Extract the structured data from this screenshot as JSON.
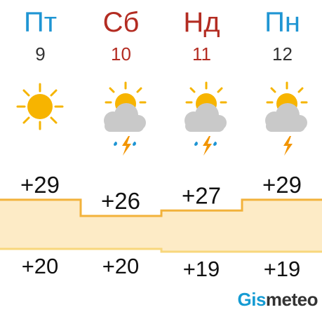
{
  "colors": {
    "weekday": "#1f95d3",
    "weekend": "#b32c22",
    "number": "#333333",
    "sun": "#f7b400",
    "ray": "#f5b400",
    "cloud": "#c9c9c9",
    "rain": "#1f95d3",
    "lightning": "#f29400",
    "band_fill": "#fdebc6",
    "band_high_line": "#f2b23b",
    "band_low_line": "#f8d77c",
    "brand_gis": "#159bd3",
    "brand_meteo": "#333333"
  },
  "days": [
    {
      "name": "Пт",
      "date": "9",
      "weekend": false,
      "icon": "sun-icon",
      "max": "+29",
      "min": "+20",
      "max_value": 29,
      "min_value": 20
    },
    {
      "name": "Сб",
      "date": "10",
      "weekend": true,
      "icon": "sun-cloud-rain-thunder-icon",
      "max": "+26",
      "min": "+20",
      "max_value": 26,
      "min_value": 20
    },
    {
      "name": "Нд",
      "date": "11",
      "weekend": true,
      "icon": "sun-cloud-rain-thunder-icon",
      "max": "+27",
      "min": "+19",
      "max_value": 27,
      "min_value": 19
    },
    {
      "name": "Пн",
      "date": "12",
      "weekend": false,
      "icon": "sun-cloud-thunder-icon",
      "max": "+29",
      "min": "+19",
      "max_value": 29,
      "min_value": 19
    }
  ],
  "brand": {
    "part1": "Gis",
    "part2": "meteo"
  }
}
